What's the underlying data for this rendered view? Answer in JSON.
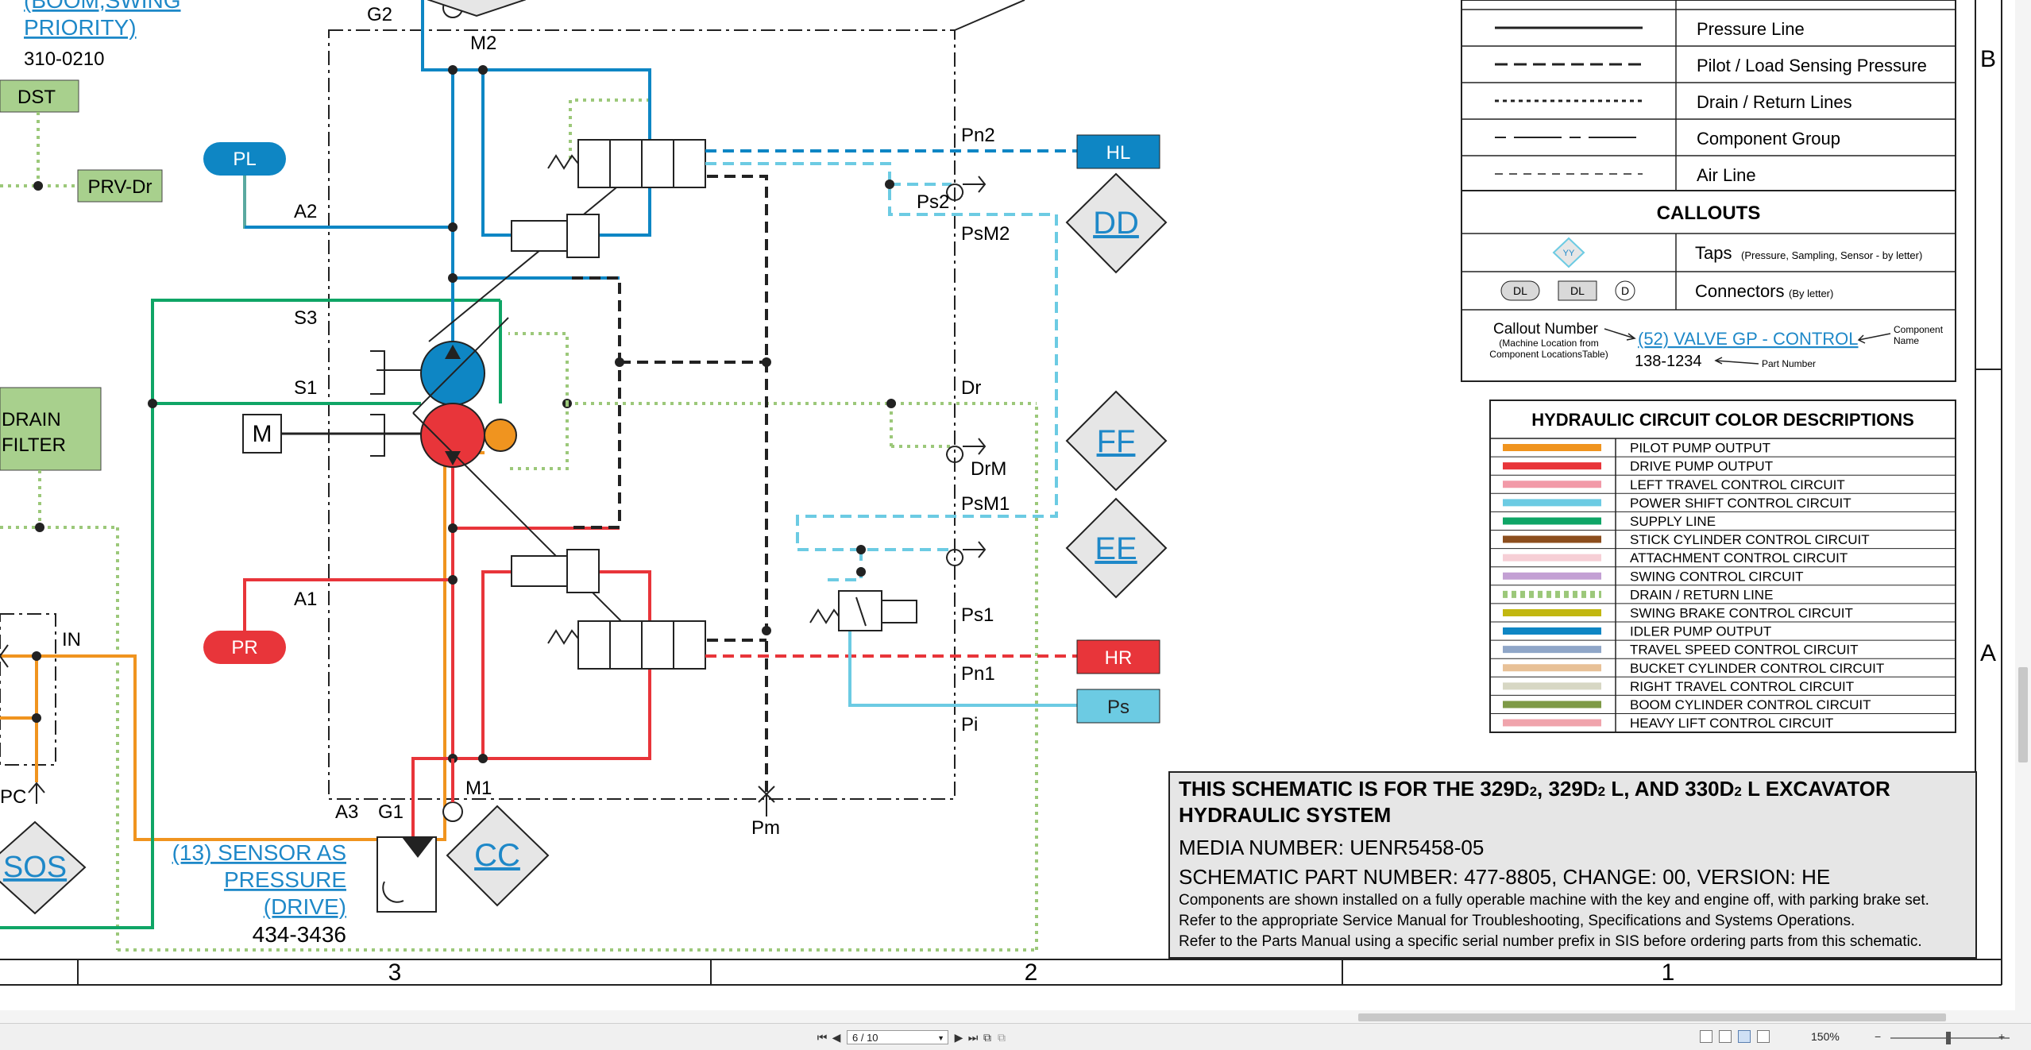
{
  "schematic": {
    "labels": {
      "boom_swing_priority": [
        "(BOOM,SWING",
        "PRIORITY)"
      ],
      "part_310": "310-0210",
      "dst": "DST",
      "prv_dr": "PRV-Dr",
      "drain_filter": [
        "DRAIN",
        "FILTER"
      ],
      "in": "IN",
      "pc": "PC",
      "sos": "SOS",
      "pl": "PL",
      "pr": "PR",
      "g2": "G2",
      "m2": "M2",
      "a2": "A2",
      "s3": "S3",
      "s1": "S1",
      "a1": "A1",
      "a3": "A3",
      "g1": "G1",
      "m1": "M1",
      "pm": "Pm",
      "pn2": "Pn2",
      "ps2": "Ps2",
      "psm2": "PsM2",
      "dr": "Dr",
      "drm": "DrM",
      "psm1": "PsM1",
      "ps1": "Ps1",
      "pn1": "Pn1",
      "pi": "Pi",
      "hl": "HL",
      "hr": "HR",
      "ps": "Ps",
      "dd": "DD",
      "ff": "FF",
      "ee": "EE",
      "cc": "CC",
      "motor_m": "M",
      "sensor_link": [
        "(13) SENSOR AS",
        "PRESSURE",
        "(DRIVE)"
      ],
      "sensor_part": "434-3436"
    },
    "legend_lines": [
      {
        "label": "Pressure Line",
        "style": "solid"
      },
      {
        "label": "Pilot / Load Sensing Pressure",
        "style": "dash"
      },
      {
        "label": "Drain / Return Lines",
        "style": "dot"
      },
      {
        "label": "Component Group",
        "style": "dashdot"
      },
      {
        "label": "Air Line",
        "style": "thin"
      }
    ],
    "callouts": {
      "title": "CALLOUTS",
      "taps_label": "Taps",
      "taps_note": "(Pressure, Sampling, Sensor - by letter)",
      "taps_symbol": "YY",
      "connectors_label": "Connectors",
      "connectors_note": "(By letter)",
      "conn_symbols": [
        "DL",
        "DL",
        "D"
      ],
      "callout_number": "Callout Number",
      "callout_note": [
        "(Machine Location from",
        "Component LocationsTable)"
      ],
      "example_link": "(52) VALVE GP - CONTROL",
      "component_name": [
        "Component",
        "Name"
      ],
      "example_part": "138-1234",
      "part_number": "Part Number"
    },
    "color_desc": {
      "title": "HYDRAULIC CIRCUIT COLOR DESCRIPTIONS",
      "rows": [
        {
          "label": "PILOT PUMP OUTPUT",
          "color": "#f0941f"
        },
        {
          "label": "DRIVE PUMP OUTPUT",
          "color": "#e8353a"
        },
        {
          "label": "LEFT TRAVEL CONTROL CIRCUIT",
          "color": "#f29aa8"
        },
        {
          "label": "POWER SHIFT CONTROL CIRCUIT",
          "color": "#6ccbe3"
        },
        {
          "label": "SUPPLY LINE",
          "color": "#0fa566"
        },
        {
          "label": "STICK CYLINDER CONTROL CIRCUIT",
          "color": "#8c4e1e"
        },
        {
          "label": "ATTACHMENT CONTROL CIRCUIT",
          "color": "#f6cfd6"
        },
        {
          "label": "SWING CONTROL CIRCUIT",
          "color": "#c3a0d4"
        },
        {
          "label": "DRAIN / RETURN LINE",
          "color": "#9cc87a",
          "dotted": true
        },
        {
          "label": "SWING BRAKE CONTROL CIRCUIT",
          "color": "#c2b70f"
        },
        {
          "label": "IDLER PUMP OUTPUT",
          "color": "#0e86c4"
        },
        {
          "label": "TRAVEL SPEED CONTROL CIRCUIT",
          "color": "#8fa6c8"
        },
        {
          "label": "BUCKET CYLINDER CONTROL CIRCUIT",
          "color": "#e8c197"
        },
        {
          "label": "RIGHT TRAVEL CONTROL CIRCUIT",
          "color": "#d7d7c4"
        },
        {
          "label": "BOOM CYLINDER CONTROL CIRCUIT",
          "color": "#7e9a46"
        },
        {
          "label": "HEAVY LIFT CONTROL CIRCUIT",
          "color": "#f0a4ac"
        }
      ]
    },
    "info": {
      "title1_pre": "THIS SCHEMATIC IS FOR THE 329D",
      "title1_sub": "2",
      "title1_mid1": ", 329D",
      "title1_mid2": " L, AND 330D",
      "title1_end": " L EXCAVATOR",
      "title2": "HYDRAULIC SYSTEM",
      "media": "MEDIA NUMBER: UENR5458-05",
      "part": "SCHEMATIC PART NUMBER: 477-8805, CHANGE: 00, VERSION: HE",
      "note1": "Components are shown installed on a fully operable machine with the key and engine off, with parking brake set.",
      "note2": "Refer to the appropriate Service Manual for Troubleshooting, Specifications and Systems Operations.",
      "note3": "Refer to the Parts Manual using a specific serial number prefix in SIS before ordering parts from this schematic."
    },
    "zones": {
      "bottom": [
        "3",
        "2",
        "1"
      ],
      "right": [
        "B",
        "A"
      ]
    }
  },
  "viewer": {
    "page_value": "6 / 10",
    "zoom": "150%",
    "btn_first": "⏮",
    "btn_prev": "◀",
    "btn_next": "▶",
    "btn_last": "⏭",
    "zoom_minus": "−",
    "zoom_plus": "+"
  },
  "colors": {
    "pressure_blue": "#0e86c4",
    "pressure_red": "#e8353a",
    "supply_green": "#0fa566",
    "pilot_orange": "#f0941f",
    "drain_green": "#9cc87a",
    "powershift_cyan": "#6ccbe3",
    "link_blue": "#1e88c8",
    "diamond_fill": "#e6e6e6",
    "component_green": "#a8d08d"
  }
}
